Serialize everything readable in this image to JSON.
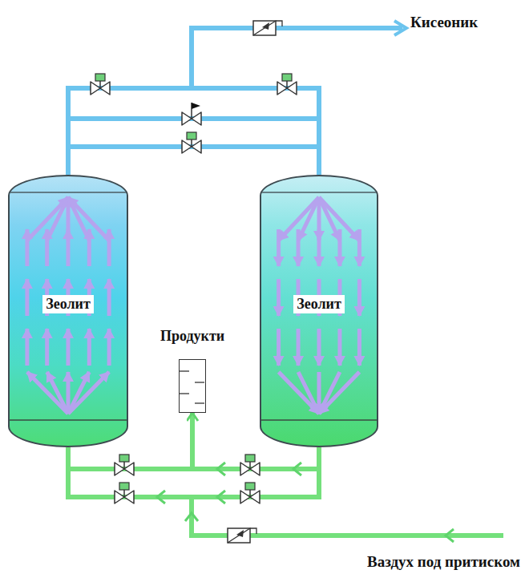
{
  "diagram": {
    "nodes": [
      {
        "text": [
          "Зеолит"
        ]
      },
      {
        "text": [
          "Зеолит"
        ]
      },
      {
        "text": [
          "Продукти"
        ]
      }
    ],
    "edges": [
      {
        "from": 0,
        "to": 1,
        "arrow": "none"
      },
      {
        "from": 1,
        "to": 2,
        "arrow": "to"
      }
    ],
    "labels": [
      "Кисеоник",
      "Ваздух под притиском"
    ]
  }
}
